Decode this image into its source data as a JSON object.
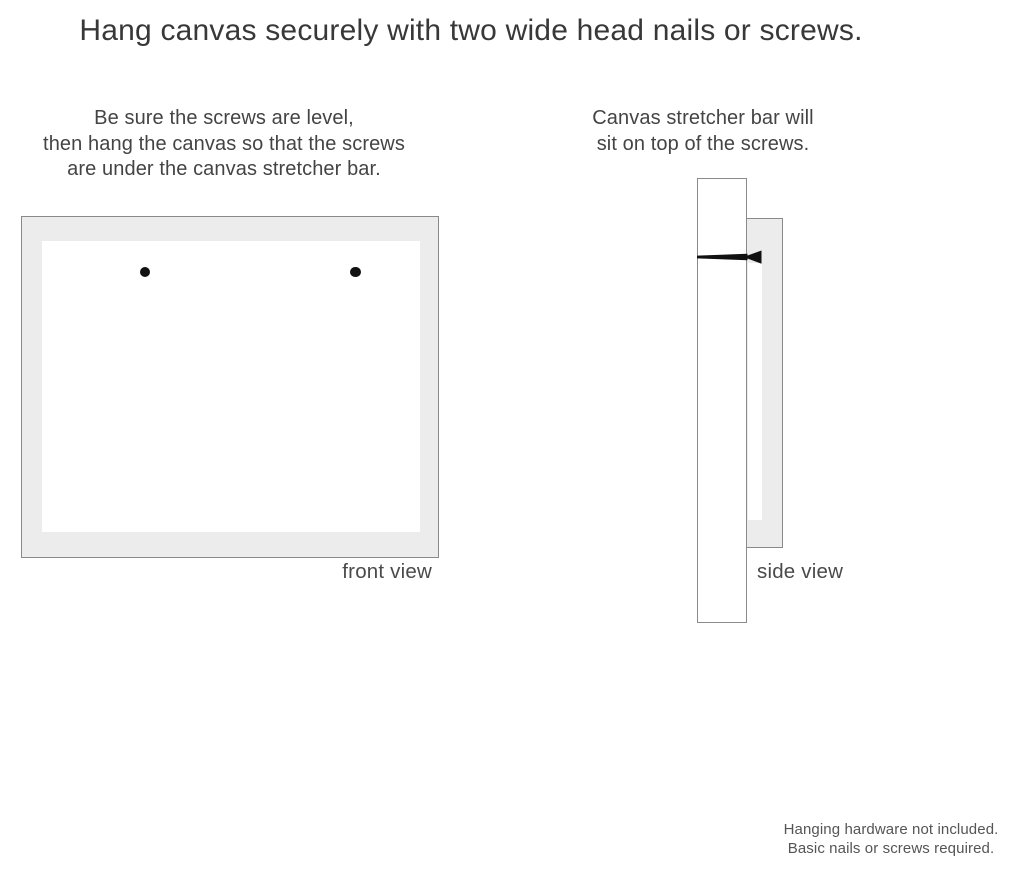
{
  "page": {
    "title": "Hang canvas securely with two wide head nails or screws."
  },
  "instructions": {
    "left": {
      "lines": [
        "Be sure the screws are level,",
        "then hang the canvas so that the screws",
        "are under the canvas stretcher bar."
      ]
    },
    "right": {
      "lines": [
        "Canvas stretcher bar will",
        "sit on top of the screws."
      ]
    }
  },
  "diagrams": {
    "front": {
      "label": "front view",
      "nail_count": 2
    },
    "side": {
      "label": "side view",
      "nail_count": 1
    }
  },
  "footnote": {
    "lines": [
      "Hanging hardware not included.",
      "Basic nails or screws required."
    ]
  },
  "colors": {
    "background": "#ffffff",
    "canvas_fill": "#ececec",
    "outline": "#8a8a8a",
    "nail": "#111111",
    "text": "#444444"
  }
}
